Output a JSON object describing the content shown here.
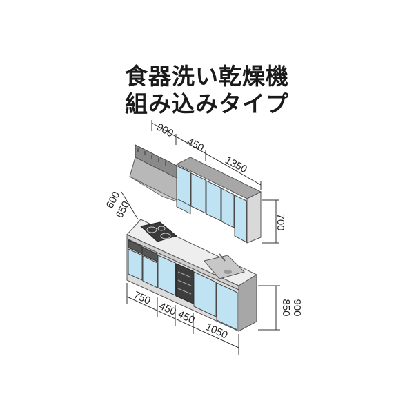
{
  "title": {
    "line1": "食器洗い乾燥機",
    "line2": "組み込みタイプ"
  },
  "dimensions": {
    "upper_widths": [
      "900",
      "450",
      "1350"
    ],
    "upper_height": "700",
    "depths": [
      "600",
      "650"
    ],
    "lower_widths": [
      "750",
      "450",
      "450",
      "1050"
    ],
    "counter_heights": [
      "850",
      "900"
    ]
  },
  "colors": {
    "door": "#bfe3f2",
    "cabinet": "#d9d9d9",
    "cabinet_side": "#a7a7a7",
    "counter": "#eeeeee",
    "text": "#1a1a1a"
  }
}
